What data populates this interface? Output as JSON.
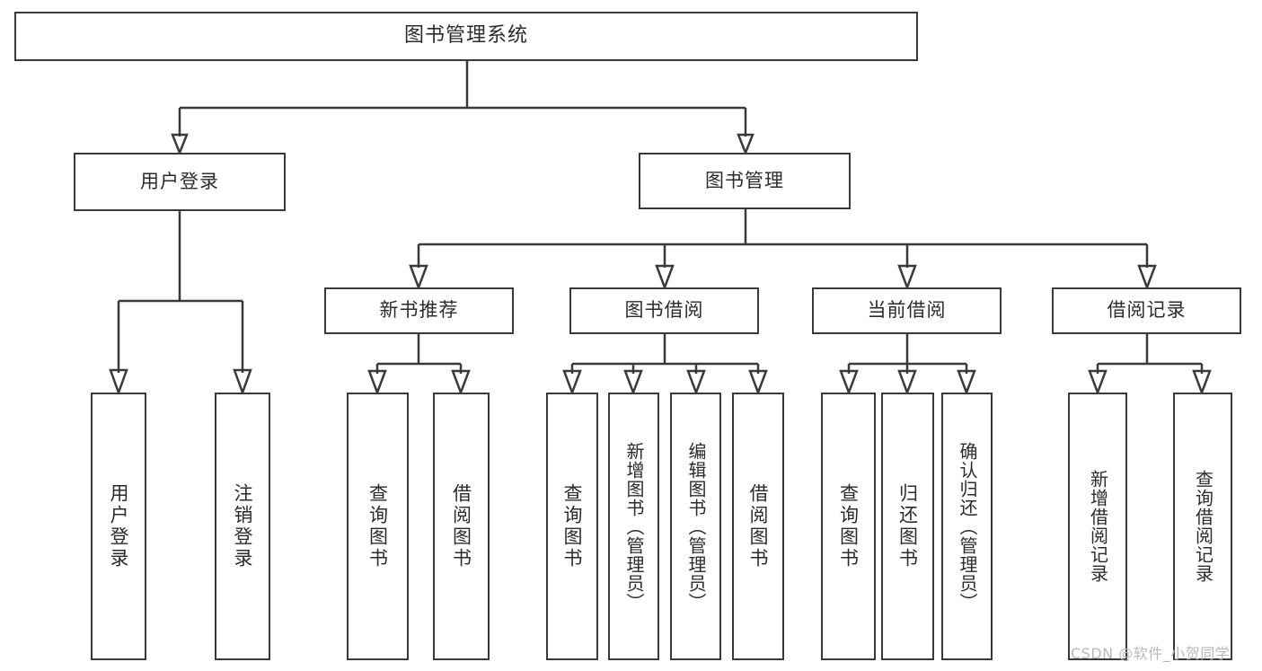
{
  "diagram": {
    "title": "图书管理系统",
    "type": "tree",
    "orientation": "top-down",
    "colors": {
      "background": "#ffffff",
      "border": "#3a3a3a",
      "text": "#2b2b2b",
      "watermark": "#b9b9b9"
    },
    "root": {
      "label": "图书管理系统"
    },
    "level1": [
      {
        "label": "用户登录"
      },
      {
        "label": "图书管理"
      }
    ],
    "level2": [
      {
        "label": "新书推荐"
      },
      {
        "label": "图书借阅"
      },
      {
        "label": "当前借阅"
      },
      {
        "label": "借阅记录"
      }
    ],
    "leaves": {
      "user_login": [
        {
          "label": "用户登录"
        },
        {
          "label": "注销登录"
        }
      ],
      "new_book_recommend": [
        {
          "label": "查询图书"
        },
        {
          "label": "借阅图书"
        }
      ],
      "book_borrow": [
        {
          "label": "查询图书"
        },
        {
          "label": "新增图书（管理员）"
        },
        {
          "label": "编辑图书（管理员）"
        },
        {
          "label": "借阅图书"
        }
      ],
      "current_borrow": [
        {
          "label": "查询图书"
        },
        {
          "label": "归还图书"
        },
        {
          "label": "确认归还（管理员）"
        }
      ],
      "borrow_record": [
        {
          "label": "新增借阅记录"
        },
        {
          "label": "查询借阅记录"
        }
      ]
    }
  },
  "watermark": {
    "text": "CSDN @软件_小贺同学"
  }
}
